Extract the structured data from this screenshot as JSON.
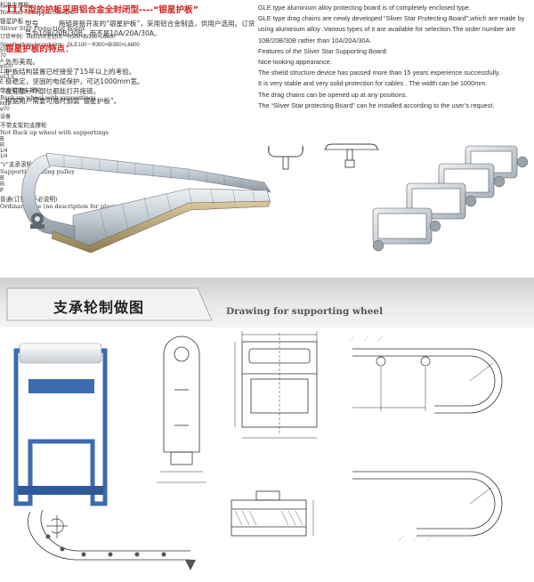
{
  "cn_intro": {
    "title_prefix": "TLG",
    "title_body": "型的护板采用铝合金全封闭型----“银星护板”",
    "p1": "型号　　　拖链是新开发的“银星护板”，采用铝合金制造，供用户选用。订货号为10B/20B/30B，而不是10A/20A/30A。",
    "features_heading": "银星护板的特点：",
    "features": [
      "外形美观。",
      "护板结构装置已经接受了15年以上的考验。",
      "极稳定，坚固的电缆保护，可达1000mm宽。",
      "在任意一个部位都能打开拖链。",
      "根据用户需要可随时加装“银星护板”。"
    ]
  },
  "en_intro": {
    "title": "GLE type aluminium alloy protecting board is of completely enclosed type.",
    "p1": "GLE type drag chains are newly developed “Sliver Star Protecting Board”,which are made by using aluminium alloy .Various types of it are available for selection.The order number are 10B/20B/30B rather than 10A/20A/30A.",
    "features_heading": "Features of the Sliver Star Supporting Board:",
    "features": [
      "Nice-looking appearance.",
      "The shield structure device has passed more than 15 years experience successfully.",
      "It is very stable and very solid protection for cables . The width can be 1000mm.",
      "The drag chains can be opened up at any positions.",
      "The   “Sliver Star protecting Board” can he installed according to the user’s request."
    ]
  },
  "board_captions": {
    "normal_cn": "标准支撑板",
    "normal_en": "Normal of support board",
    "silver_cn": "银星护板",
    "silver_en": "Sliver Star Protecting Board"
  },
  "order_example": {
    "cn": "订货举例：GLE100全封闭－R300×Bi350×L6800",
    "en": "Specifications for ordering：GLE100－R300×Bi350×L6800"
  },
  "section": {
    "title_cn": "支承轮制做图",
    "title_en": "Drawing for supporting wheel"
  },
  "drawings": {
    "dim_50": "50",
    "dim_70": "70",
    "lbl_A": "A",
    "lbl_B": "B",
    "lbl_E": "E",
    "lbl_F": "F",
    "lbl_R": "R",
    "lbl_quarter1": "1/4",
    "lbl_quarter2": "1/4",
    "lbl_phi100": "φ100",
    "lbl_phi70": "φ70",
    "lbl_120": "120",
    "lbl_135": "φ13.5",
    "lbl_m12": "M12",
    "lbl_sb": "设备",
    "back_up_cn": "带支架的支撑轮",
    "back_up_en": "Back up wheel with supportings",
    "not_back_up_cn": "不带支架的支撑轮",
    "not_back_up_en": "Not Back up wheel with supportings",
    "rolling_cn": "“r”支承滚轮",
    "rolling_en": "Supporting rolling pulley",
    "ordinary": "普通(订货时不必说明)",
    "ordinary_en": "Ordinary type (no description for placing order is required)"
  },
  "colors": {
    "accent_red": "#d2231e",
    "accent_orange": "#e05a1a",
    "frame_blue": "#3d6bb0",
    "chain_steel": "#b9c2cb"
  }
}
